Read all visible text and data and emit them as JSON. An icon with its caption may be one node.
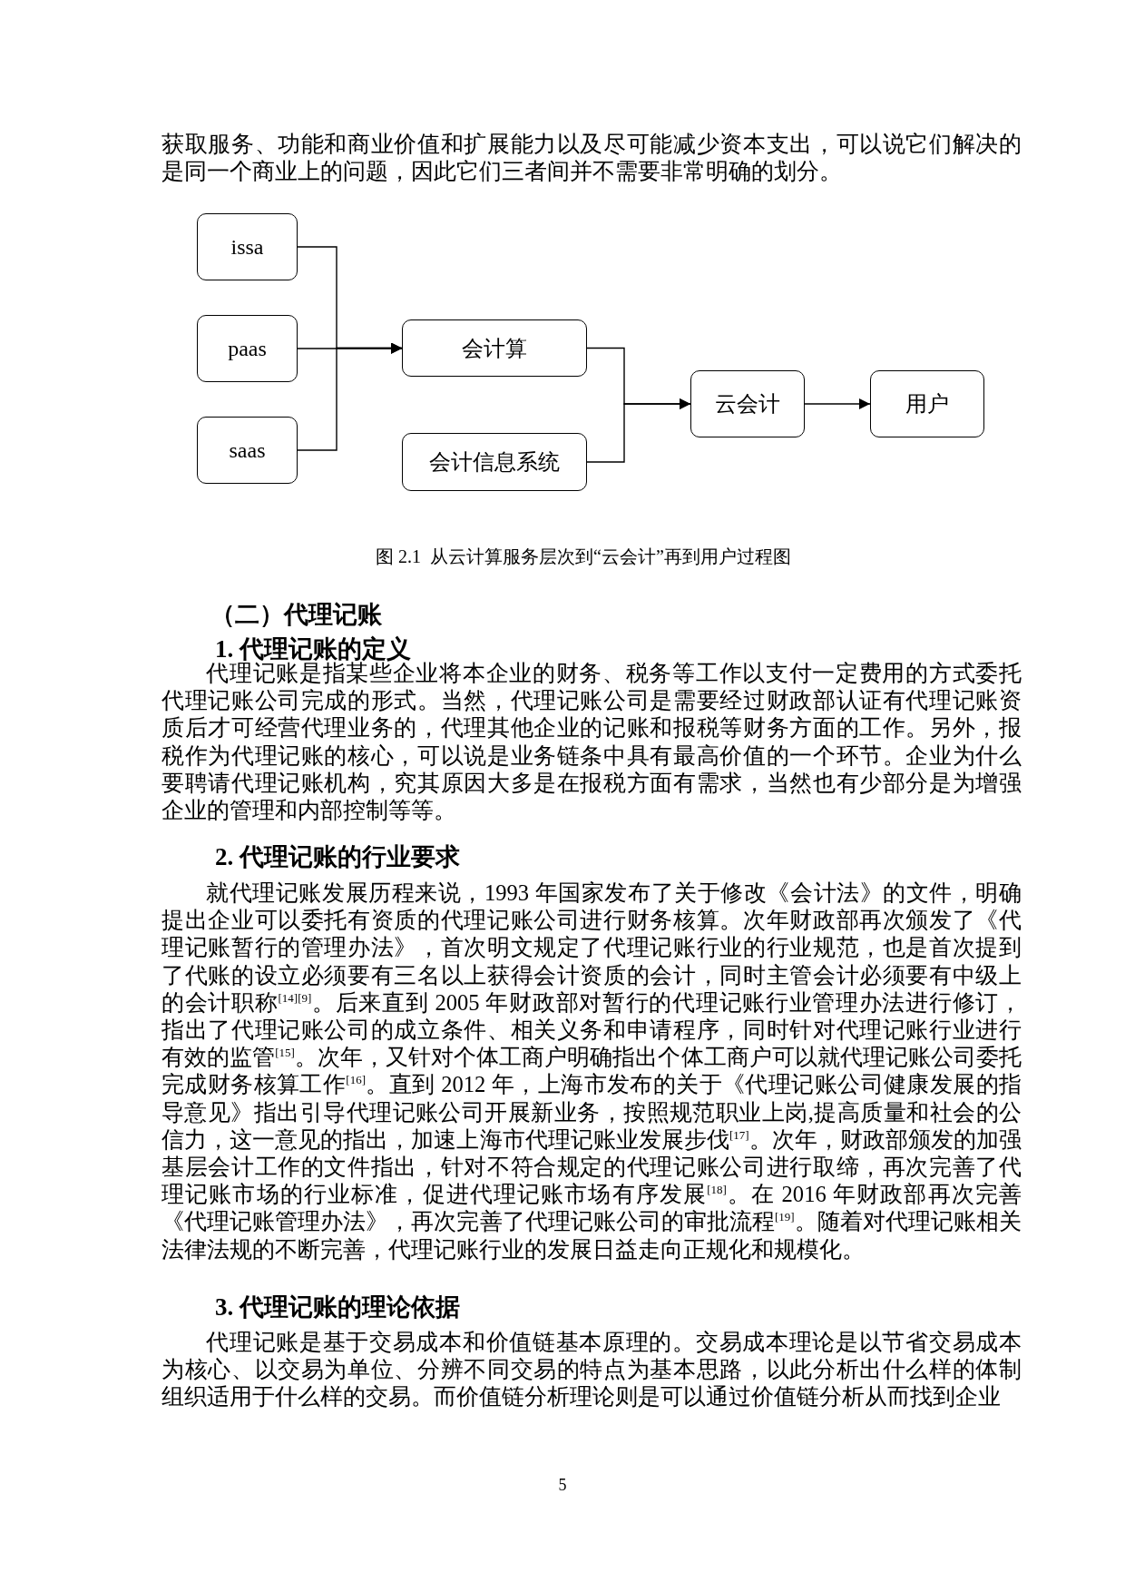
{
  "diagram": {
    "caption": "图 2.1  从云计算服务层次到“云会计”再到用户过程图",
    "nodes": [
      {
        "text": [
          "issa"
        ]
      },
      {
        "text": [
          "paas"
        ]
      },
      {
        "text": [
          "saas"
        ]
      },
      {
        "text": [
          "会计算"
        ]
      },
      {
        "text": [
          "会计信息系统"
        ]
      },
      {
        "text": [
          "云会计"
        ]
      },
      {
        "text": [
          "用户"
        ]
      }
    ],
    "edges": [
      {
        "from": 0,
        "to": 3,
        "arrow": "to"
      },
      {
        "from": 1,
        "to": 3,
        "arrow": "to"
      },
      {
        "from": 2,
        "to": 3,
        "arrow": "to"
      },
      {
        "from": 3,
        "to": 5,
        "arrow": "to"
      },
      {
        "from": 4,
        "to": 5,
        "arrow": "to"
      },
      {
        "from": 5,
        "to": 6,
        "arrow": "to"
      }
    ],
    "labels": [
      "获取服务、功能和商业价值和扩展能力以及尽可能减少资本支出，可以说它们解决的是同一个商业上的问题，因此它们三者间并不需要非常明确的划分。",
      "（二）代理记账",
      "1. 代理记账的定义",
      "代理记账是指某些企业将本企业的财务、税务等工作以支付一定费用的方式委托代理记账公司完成的形式。当然，代理记账公司是需要经过财政部认证有代理记账资质后才可经营代理业务的，代理其他企业的记账和报税等财务方面的工作。另外，报税作为代理记账的核心，可以说是业务链条中具有最高价值的一个环节。企业为什么要聘请代理记账机构，究其原因大多是在报税方面有需求，当然也有少部分是为增强企业的管理和内部控制等等。",
      "2. 代理记账的行业要求",
      "就代理记账发展历程来说，1993 年国家发布了关于修改《会计法》的文件，明确提出企业可以委托有资质的代理记账公司进行财务核算。次年财政部再次颁发了《代理记账暂行的管理办法》，首次明文规定了代理记账行业的行业规范，也是首次提到了代账的设立必须要有三名以上获得会计资质的会计，同时主管会计必须要有中级上的会计职称$^{[14][9]}$。后来直到 2005 年财政部对暂行的代理记账行业管理办法进行修订，指出了代理记账公司的成立条件、相关义务和申请程序，同时针对代理记账行业进行有效的监管$^{[15]}$。次年，又针对个体工商户明确指出个体工商户可以就代理记账公司委托完成财务核算工作$^{[16]}$。直到 2012 年，上海市发布的关于《代理记账公司健康发展的指导意见》指出引导代理记账公司开展新业务，按照规范职业上岗,提高质量和社会的公信力，这一意见的指出，加速上海市代理记账业发展步伐$^{[17]}$。次年，财政部颁发的加强基层会计工作的文件指出，针对不符合规定的代理记账公司进行取缔，再次完善了代理记账市场的行业标准，促进代理记账市场有序发展$^{[18]}$。在 2016 年财政部再次完善《代理记账管理办法》，再次完善了代理记账公司的审批流程$^{[19]}$。随着对代理记账相关法律法规的不断完善，代理记账行业的发展日益走向正规化和规模化。",
      "3. 代理记账的理论依据",
      "代理记账是基于交易成本和价值链基本原理的。交易成本理论是以节省交易成本为核心、以交易为单位、分辨不同交易的特点为基本思路，以此分析出什么样的体制组织适用于什么样的交易。而价值链分析理论则是可以通过价值链分析从而找到企业",
      "5"
    ]
  }
}
